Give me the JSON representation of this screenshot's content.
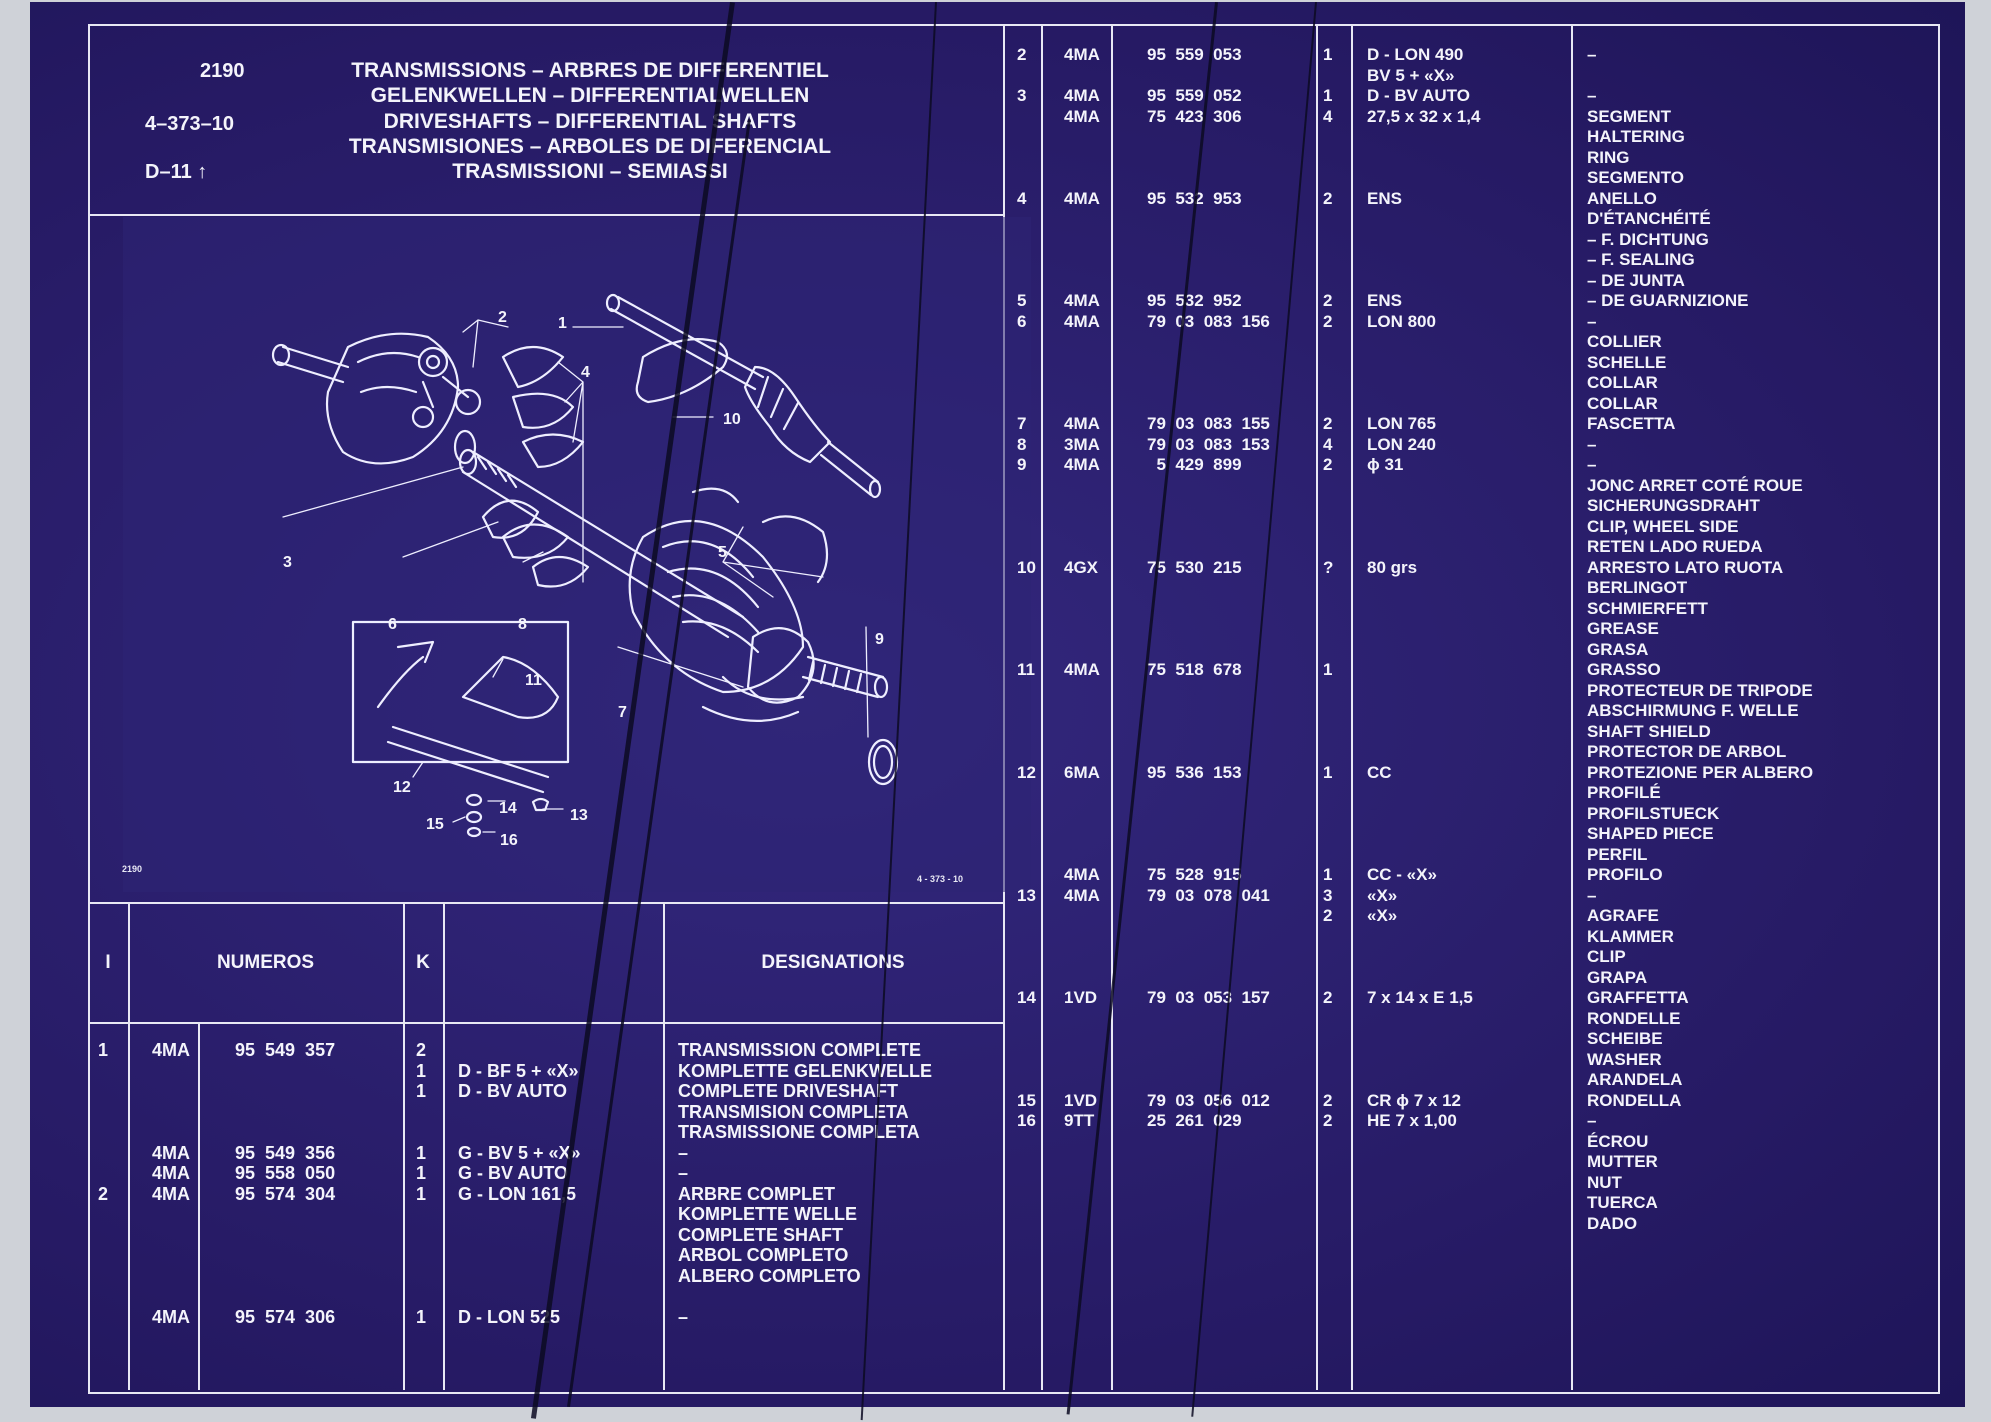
{
  "header": {
    "code": "2190",
    "ref": "4–373–10",
    "section": "D–11",
    "titles": [
      "TRANSMISSIONS – ARBRES DE DIFFERENTIEL",
      "GELENKWELLEN – DIFFERENTIALWELLEN",
      "DRIVESHAFTS – DIFFERENTIAL SHAFTS",
      "TRANSMISIONES – ARBOLES DE DIFERENCIAL",
      "TRASMISSIONI – SEMIASSI"
    ]
  },
  "illustration": {
    "caption_left": "2190",
    "caption_right": "4 - 373 - 10",
    "callouts": [
      "1",
      "2",
      "3",
      "4",
      "5",
      "6",
      "7",
      "8",
      "9",
      "10",
      "11",
      "12",
      "13",
      "14",
      "15",
      "16"
    ]
  },
  "columns": {
    "i": "I",
    "numeros": "NUMEROS",
    "k": "K",
    "designations": "DESIGNATIONS"
  },
  "left_table": {
    "col_i": "1\n\n\n\n\n\n\n2",
    "col_pref": "4MA\n\n\n\n\n4MA\n4MA\n4MA\n\n\n\n\n\n4MA",
    "col_num": "95  549  357\n\n\n\n\n95  549  356\n95  558  050\n95  574  304\n\n\n\n\n\n95  574  306",
    "col_k": "2\n1\n1\n\n\n1\n1\n1\n\n\n\n\n\n1",
    "col_spec": "\nD - BF 5 + «X»\nD - BV AUTO\n\n\nG - BV 5 + «X»\nG - BV AUTO\nG - LON 161,5\n\n\n\n\n\nD - LON 525",
    "col_desig": "TRANSMISSION COMPLETE\nKOMPLETTE GELENKWELLE\nCOMPLETE DRIVESHAFT\nTRANSMISION COMPLETA\nTRASMISSIONE COMPLETA\n–\n–\nARBRE COMPLET\nKOMPLETTE WELLE\nCOMPLETE SHAFT\nARBOL COMPLETO\nALBERO COMPLETO\n\n–"
  },
  "right_table": {
    "col_i": "2\n\n3\n\n\n\n\n4\n\n\n\n\n5\n6\n\n\n\n\n7\n8\n9\n\n\n\n\n10\n\n\n\n\n11\n\n\n\n\n12\n\n\n\n\n\n13\n\n\n\n\n14\n\n\n\n\n15\n16",
    "col_pref": "4MA\n\n4MA\n4MA\n\n\n\n4MA\n\n\n\n\n4MA\n4MA\n\n\n\n\n4MA\n3MA\n4MA\n\n\n\n\n4GX\n\n\n\n\n4MA\n\n\n\n\n6MA\n\n\n\n\n4MA\n4MA\n\n\n\n\n1VD\n\n\n\n\n1VD\n9TT",
    "col_num": "95  559  053\n\n95  559  052\n75  423  306\n\n\n\n95  532  953\n\n\n\n\n95  532  952\n79  03  083  156\n\n\n\n\n79  03  083  155\n79  03  083  153\n  5  429  899\n\n\n\n\n75  530  215\n\n\n\n\n75  518  678\n\n\n\n\n95  536  153\n\n\n\n\n75  528  915\n79  03  078  041\n\n\n\n\n79  03  053  157\n\n\n\n\n79  03  056  012\n25  261  029",
    "col_k": "1\n\n1\n4\n\n\n\n2\n\n\n\n\n2\n2\n\n\n\n\n2\n4\n2\n\n\n\n\n?\n\n\n\n\n1\n\n\n\n\n1\n\n\n\n\n1\n3\n2\n\n\n\n2\n\n\n\n\n2\n2",
    "col_spec": "D - LON 490\nBV 5 + «X»\nD - BV AUTO\n27,5 x 32 x 1,4\n\n\n\nENS\n\n\n\n\nENS\nLON 800\n\n\n\n\nLON 765\nLON 240\nϕ 31\n\n\n\n\n80 grs\n\n\n\n\n\n\n\n\n\nCC\n\n\n\n\nCC - «X»\n«X»\n«X»\n\n\n\n7 x 14 x E 1,5\n\n\n\n\nCR ϕ 7 x 12\nHE 7 x 1,00",
    "col_desig": "–\n\n–\nSEGMENT\nHALTERING\nRING\nSEGMENTO\nANELLO\nD'ÉTANCHÉITÉ\n– F. DICHTUNG\n– F. SEALING\n– DE JUNTA\n– DE GUARNIZIONE\n–\nCOLLIER\nSCHELLE\nCOLLAR\nCOLLAR\nFASCETTA\n–\n–\nJONC ARRET COTÉ ROUE\nSICHERUNGSDRAHT\nCLIP, WHEEL SIDE\nRETEN LADO RUEDA\nARRESTO LATO RUOTA\nBERLINGOT\nSCHMIERFETT\nGREASE\nGRASA\nGRASSO\nPROTECTEUR DE TRIPODE\nABSCHIRMUNG F. WELLE\nSHAFT SHIELD\nPROTECTOR DE ARBOL\nPROTEZIONE PER ALBERO\nPROFILÉ\nPROFILSTUECK\nSHAPED PIECE\nPERFIL\nPROFILO\n–\nAGRAFE\nKLAMMER\nCLIP\nGRAPA\nGRAFFETTA\nRONDELLE\nSCHEIBE\nWASHER\nARANDELA\nRONDELLA\n–\nÉCROU\nMUTTER\nNUT\nTUERCA\nDADO"
  },
  "colors": {
    "background": "#2a1f6e",
    "lines": "#e8e8f4",
    "text": "#f4f4fb"
  }
}
